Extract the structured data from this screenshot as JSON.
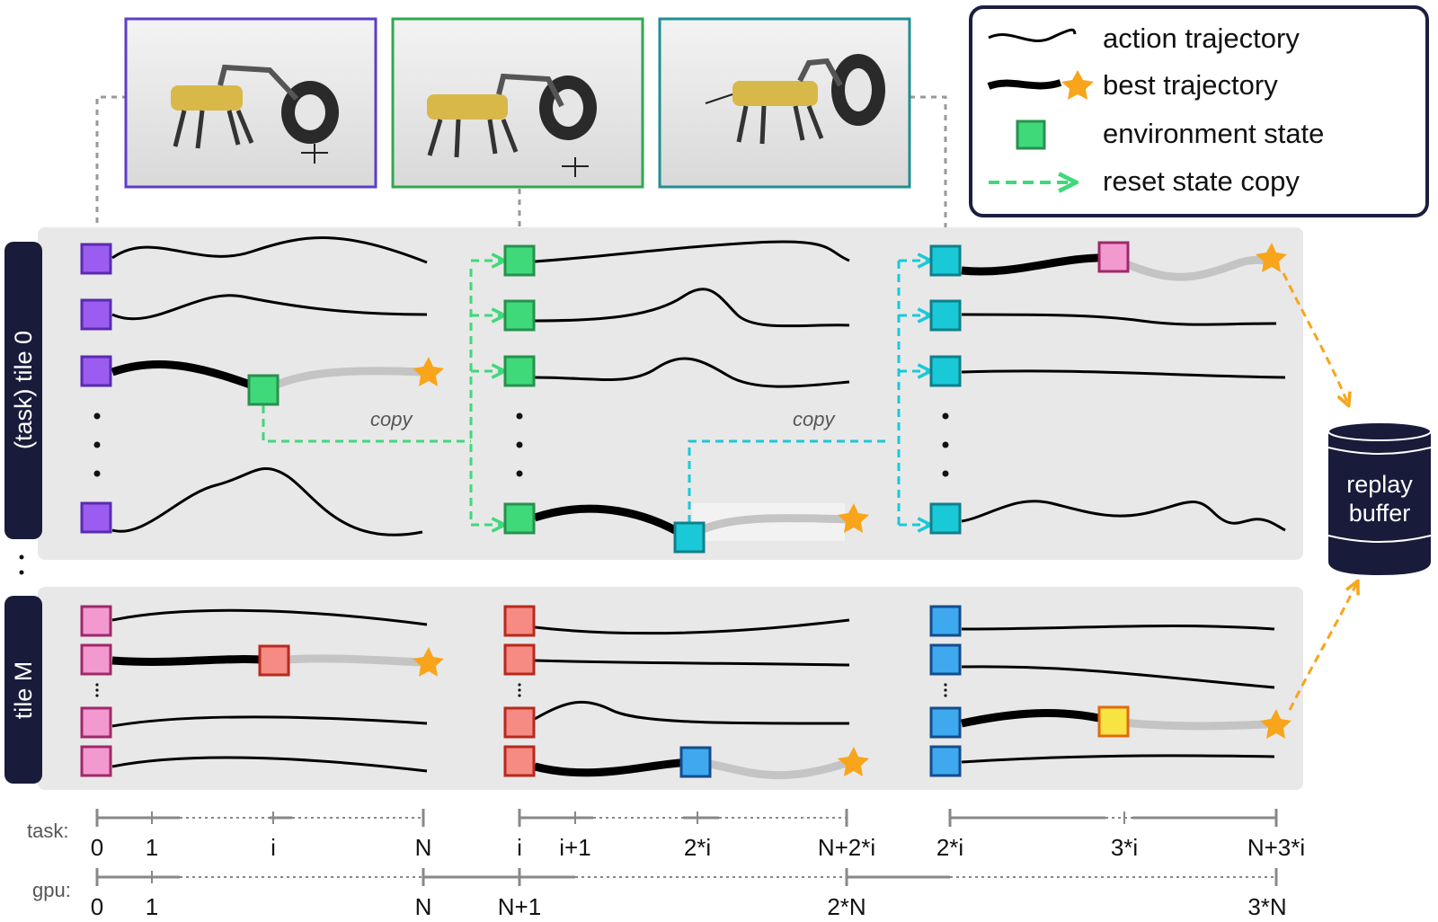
{
  "legend": {
    "items": [
      {
        "symbol": "thin-line",
        "label": "action trajectory"
      },
      {
        "symbol": "thick-line-star",
        "label": "best trajectory"
      },
      {
        "symbol": "green-square",
        "label": "environment state"
      },
      {
        "symbol": "dashed-green-arrow",
        "label": "reset state copy"
      }
    ]
  },
  "tiles": {
    "top_label": "(task) tile 0",
    "bottom_label": "tile M"
  },
  "copy_labels": [
    "copy",
    "copy"
  ],
  "replay_buffer": {
    "line1": "replay",
    "line2": "buffer"
  },
  "axes": {
    "task_label": "task:",
    "gpu_label": "gpu:",
    "task_groups": [
      [
        "0",
        "1",
        "i",
        "N"
      ],
      [
        "i",
        "i+1",
        "2*i",
        "N+2*i"
      ],
      [
        "2*i",
        "3*i",
        "N+3*i"
      ]
    ],
    "gpu_ticks": [
      "0",
      "1",
      "N",
      "N+1",
      "2*N",
      "3*N"
    ]
  },
  "images": [
    {
      "alt": "quadruped robot with arm rolling a tyre, frame 1"
    },
    {
      "alt": "quadruped robot with arm rolling a tyre, frame 2"
    },
    {
      "alt": "quadruped robot with arm rolling a tyre, frame 3"
    }
  ],
  "colors": {
    "purple": "#9b5cf0",
    "green": "#3fd97a",
    "cyan": "#19c9d8",
    "pink": "#f29ad0",
    "salmon": "#f58b83",
    "blue": "#3fa9ef",
    "yellow": "#f7e342",
    "star": "#f8a51b",
    "panel": "#e8e8e8",
    "legend_border": "#1b1f3f",
    "tile_tab": "#181c3a"
  }
}
